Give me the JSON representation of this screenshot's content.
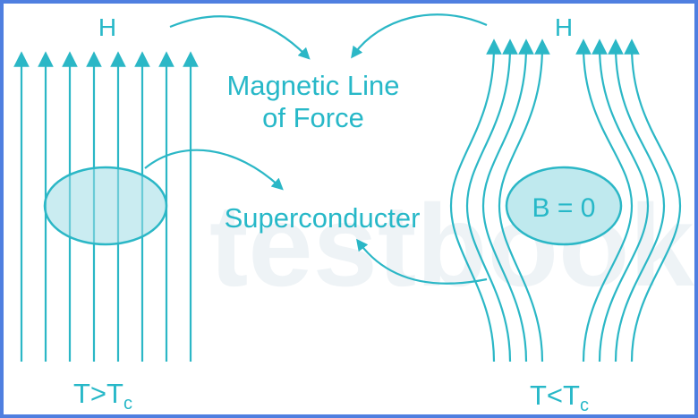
{
  "diagram": {
    "left_field_label": "H",
    "right_field_label": "H",
    "magnetic_line_label_1": "Magnetic Line",
    "magnetic_line_label_2": "of Force",
    "superconductor_label": "Superconducter",
    "b_zero_label": "B = 0",
    "left_temp_main": "T>T",
    "left_temp_sub": "c",
    "right_temp_main": "T<T",
    "right_temp_sub": "c",
    "watermark": "testbook"
  },
  "colors": {
    "line": "#2bb7c6",
    "fill": "#bfe9ee",
    "border": "#4f7fe0"
  }
}
